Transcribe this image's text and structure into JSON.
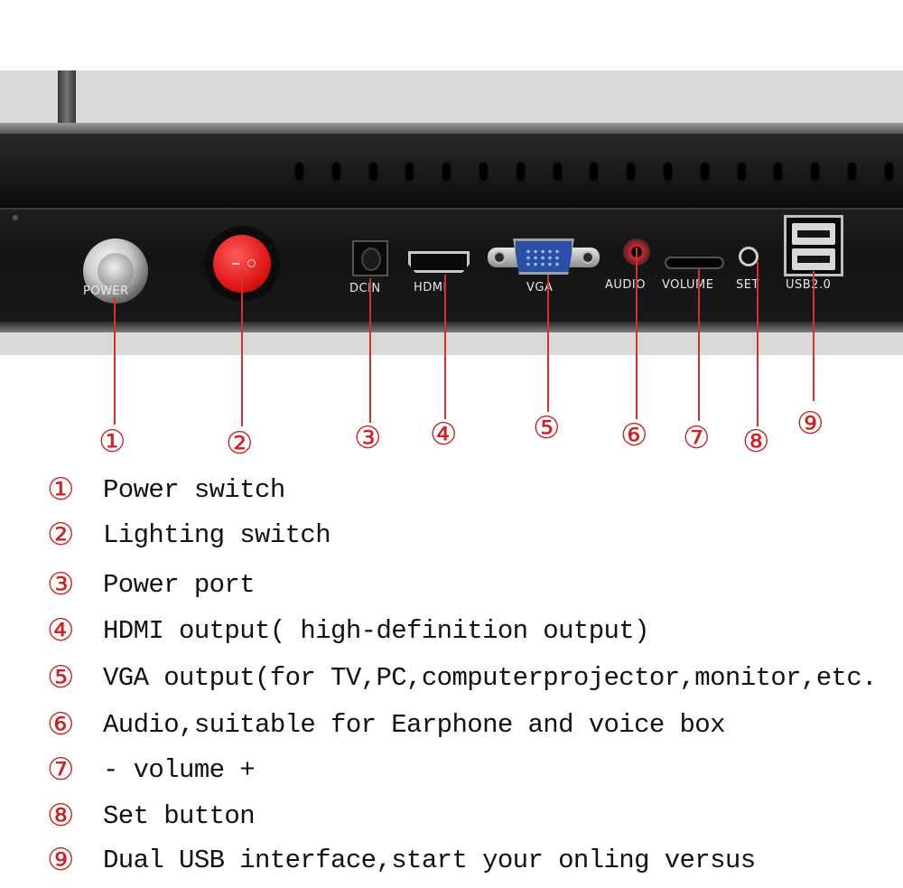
{
  "port_labels": {
    "power": "POWER",
    "dcin": "DCIN",
    "hdmi": "HDMI",
    "vga": "VGA",
    "audio": "AUDIO",
    "volume": "VOLUME",
    "set": "SET",
    "usb": "USB2.0"
  },
  "callouts": [
    "①",
    "②",
    "③",
    "④",
    "⑤",
    "⑥",
    "⑦",
    "⑧",
    "⑨"
  ],
  "legend": [
    {
      "mark": "①",
      "text": "Power switch"
    },
    {
      "mark": "②",
      "text": "Lighting switch"
    },
    {
      "mark": "③",
      "text": "Power port"
    },
    {
      "mark": "④",
      "text": "HDMI output( high-definition output)"
    },
    {
      "mark": "⑤",
      "text": "VGA output(for TV,PC,computerprojector,monitor,etc."
    },
    {
      "mark": "⑥",
      "text": "Audio,suitable for Earphone and voice box"
    },
    {
      "mark": "⑦",
      "text": "- volume +"
    },
    {
      "mark": "⑧",
      "text": "Set button"
    },
    {
      "mark": "⑨",
      "text": "Dual USB interface,start your onling versus"
    }
  ],
  "colors": {
    "callout_red": "#d02020",
    "panel_black": "#151515"
  }
}
